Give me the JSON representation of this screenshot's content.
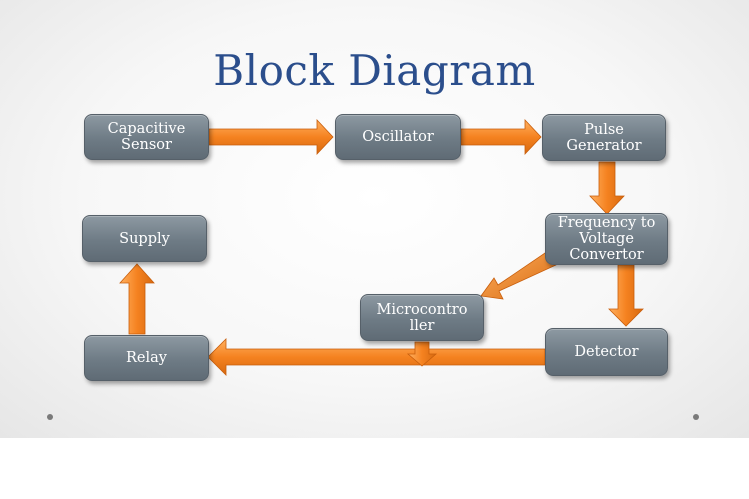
{
  "title": "Block Diagram",
  "blocks": {
    "capacitive_sensor": "Capacitive Sensor",
    "oscillator": "Oscillator",
    "pulse_generator": "Pulse Generator",
    "freq_to_voltage": "Frequency to Voltage Convertor",
    "microcontroller": "Microcontro ller",
    "detector": "Detector",
    "relay": "Relay",
    "supply": "Supply"
  },
  "colors": {
    "title": "#2b4e8c",
    "block": "#6e7b85",
    "arrow": "#f58220",
    "arrow_edge": "#c85e0c"
  }
}
